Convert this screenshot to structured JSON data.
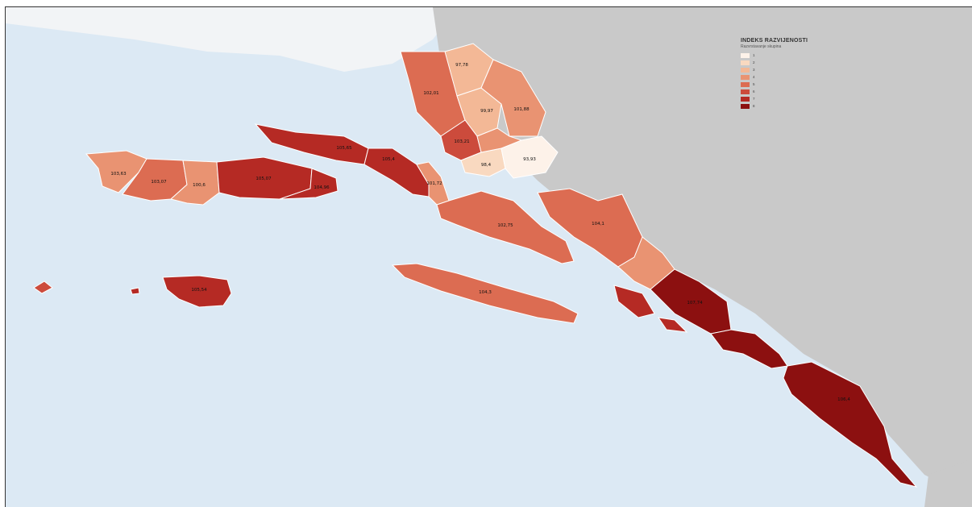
{
  "legend": {
    "title": "INDEKS RAZVIJENOSTI",
    "subtitle": "Razvrstavanje skupina",
    "classes": [
      {
        "label": "1",
        "color": "#fdf2e9"
      },
      {
        "label": "2",
        "color": "#f9d9c0"
      },
      {
        "label": "3",
        "color": "#f3b896"
      },
      {
        "label": "4",
        "color": "#e99372"
      },
      {
        "label": "5",
        "color": "#dc6c52"
      },
      {
        "label": "6",
        "color": "#cc4b3c"
      },
      {
        "label": "7",
        "color": "#b52a24"
      },
      {
        "label": "8",
        "color": "#8c1010"
      }
    ]
  },
  "colors": {
    "sea": "#dce9f4",
    "land_neighbor": "#c9c9c9",
    "land_light": "#f2f4f6"
  },
  "regions": [
    {
      "id": "north-1",
      "value": "97,78",
      "class": 3
    },
    {
      "id": "north-2",
      "value": "102,01",
      "class": 5
    },
    {
      "id": "north-3",
      "value": "99,97",
      "class": 3
    },
    {
      "id": "north-4",
      "value": "101,88",
      "class": 4
    },
    {
      "id": "north-5",
      "value": "103,21",
      "class": 6
    },
    {
      "id": "north-6",
      "value": "98,4",
      "class": 2
    },
    {
      "id": "north-7",
      "value": "93,93",
      "class": 1
    },
    {
      "id": "north-8",
      "value": "",
      "class": 4
    },
    {
      "id": "korcula-west",
      "value": "103,63",
      "class": 4
    },
    {
      "id": "korcula-mid",
      "value": "103,07",
      "class": 5
    },
    {
      "id": "korcula-smokvica",
      "value": "100,6",
      "class": 4
    },
    {
      "id": "korcula-blato",
      "value": "105,07",
      "class": 7
    },
    {
      "id": "korcula-east",
      "value": "104,96",
      "class": 7
    },
    {
      "id": "peljesac-west",
      "value": "105,65",
      "class": 7
    },
    {
      "id": "peljesac-mid",
      "value": "105,4",
      "class": 7
    },
    {
      "id": "peljesac-neck",
      "value": "101,72",
      "class": 4
    },
    {
      "id": "dubrovnik-coast-1",
      "value": "102,75",
      "class": 5
    },
    {
      "id": "dubrovnik-coast-2",
      "value": "104,1",
      "class": 5
    },
    {
      "id": "dubrovnik-coast-3",
      "value": "",
      "class": 4
    },
    {
      "id": "dubrovnik",
      "value": "107,74",
      "class": 8
    },
    {
      "id": "elafiti",
      "value": "",
      "class": 7
    },
    {
      "id": "zupa",
      "value": "",
      "class": 8
    },
    {
      "id": "konavle",
      "value": "106,4",
      "class": 8
    },
    {
      "id": "mljet",
      "value": "104,3",
      "class": 5
    },
    {
      "id": "lastovo",
      "value": "105,54",
      "class": 7
    },
    {
      "id": "islet-west",
      "value": "",
      "class": 6
    },
    {
      "id": "islet-small",
      "value": "",
      "class": 7
    }
  ]
}
